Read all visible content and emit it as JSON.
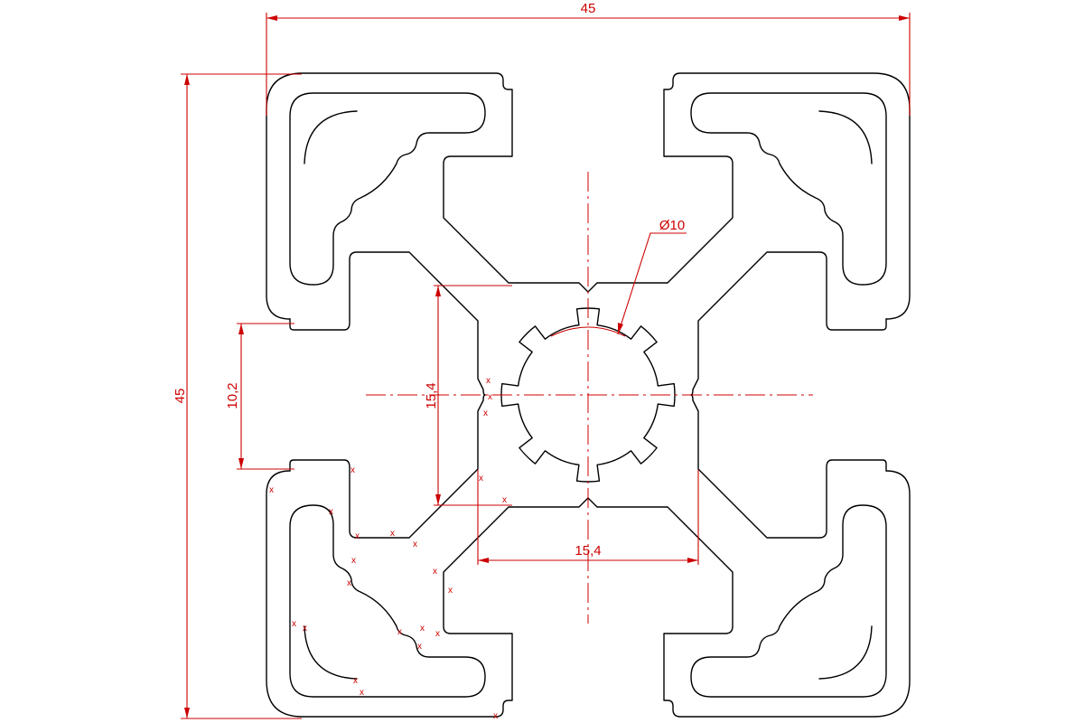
{
  "drawing": {
    "title": "",
    "dimensions": {
      "overall_width": "45",
      "overall_height": "45",
      "slot_width": "10,2",
      "core_height": "15,4",
      "core_width": "15,4",
      "center_bore": "Ø10"
    },
    "snap_marker_glyph": "x",
    "colors": {
      "outline": "#000000",
      "dimension": "#cc0000",
      "background": "#ffffff"
    }
  }
}
